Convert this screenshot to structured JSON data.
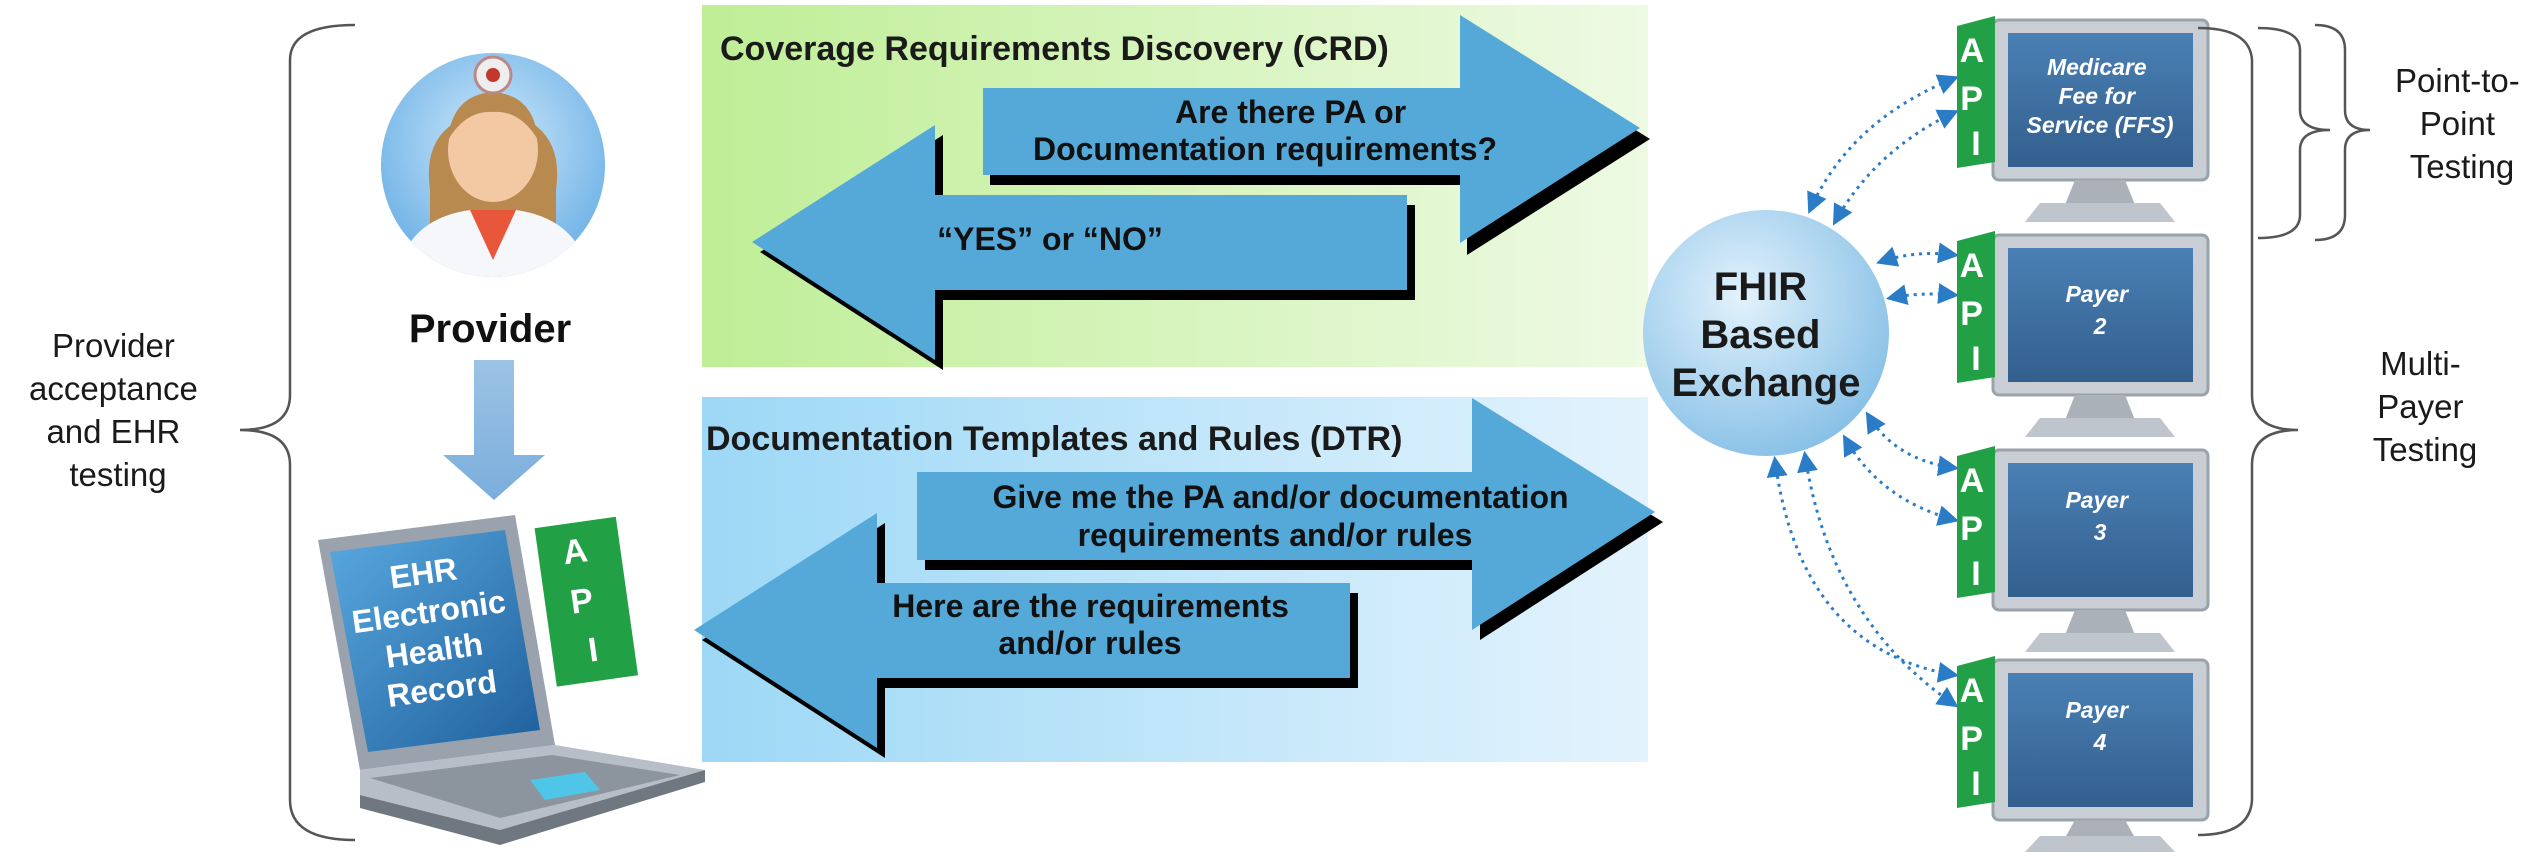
{
  "left_label": [
    "Provider",
    "acceptance",
    "and EHR",
    "testing"
  ],
  "provider_label": "Provider",
  "ehr_screen": [
    "EHR",
    "Electronic",
    "Health",
    "Record"
  ],
  "api_letters": [
    "A",
    "P",
    "I"
  ],
  "crd": {
    "title": "Coverage Requirements Discovery (CRD)",
    "request": [
      "Are there PA or",
      "Documentation requirements?"
    ],
    "response": [
      "“YES” or “NO”"
    ]
  },
  "dtr": {
    "title": "Documentation Templates and Rules (DTR)",
    "request": [
      "Give me the PA and/or documentation",
      "requirements and/or rules"
    ],
    "response": [
      "Here are the requirements",
      "and/or rules"
    ]
  },
  "hub": [
    "FHIR",
    "Based",
    "Exchange"
  ],
  "payers": [
    {
      "lines": [
        "Medicare",
        "Fee for",
        "Service (FFS)"
      ]
    },
    {
      "lines": [
        "Payer",
        "2"
      ]
    },
    {
      "lines": [
        "Payer",
        "3"
      ]
    },
    {
      "lines": [
        "Payer",
        "4"
      ]
    }
  ],
  "right_labels": {
    "point_to_point": [
      "Point-to-",
      "Point",
      "Testing"
    ],
    "multi_payer": [
      "Multi-",
      "Payer",
      "Testing"
    ]
  },
  "colors": {
    "crd_panel": "#c9f0a8",
    "dtr_panel": "#a6dcf8",
    "arrow_blue": "#55a9d9",
    "api_green": "#22a045",
    "monitor_screen": "#3a6fa3",
    "hub_blue": "#a9d4f0"
  }
}
